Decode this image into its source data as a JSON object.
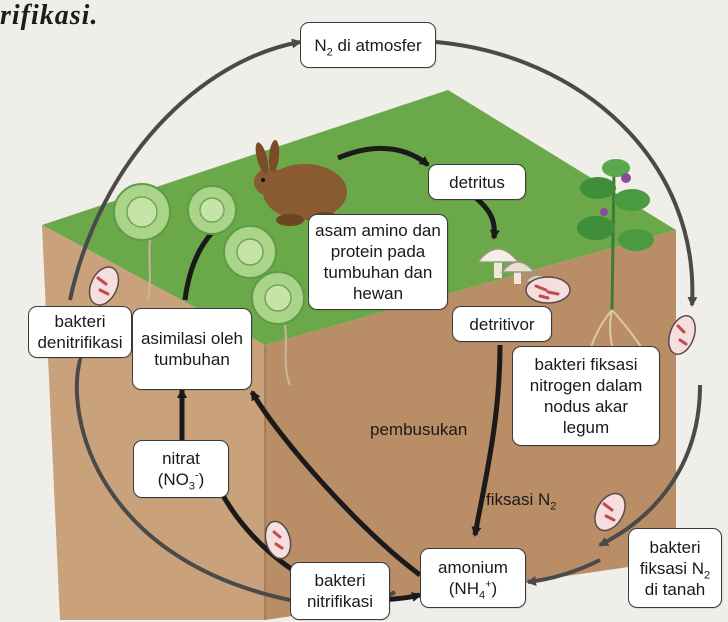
{
  "heading": "rifikasi.",
  "nodes": {
    "atmosphere": {
      "label": "N",
      "sub": "2",
      "rest": " di atmosfer"
    },
    "detritus": {
      "label": "detritus"
    },
    "amino": {
      "lines": [
        "asam amino dan",
        "protein pada",
        "tumbuhan dan",
        "hewan"
      ]
    },
    "detritivor": {
      "label": "detritivor"
    },
    "denitrifying": {
      "lines": [
        "bakteri",
        "denitrifikasi"
      ]
    },
    "assimilation": {
      "lines": [
        "asimilasi oleh",
        "tumbuhan"
      ]
    },
    "nitrate": {
      "line1": "nitrat",
      "pre": "(NO",
      "sub": "3",
      "sup": "-",
      "post": ")"
    },
    "fixing_nodule": {
      "lines": [
        "bakteri fiksasi",
        "nitrogen dalam",
        "nodus akar",
        "legum"
      ]
    },
    "ammonium": {
      "line1": "amonium",
      "pre": "(NH",
      "sub": "4",
      "sup": "+",
      "post": ")"
    },
    "nitrifying": {
      "lines": [
        "bakteri",
        "nitrifikasi"
      ]
    },
    "soil_fixing": {
      "line1": "bakteri",
      "pre": "fiksasi N",
      "sub": "2",
      "line3": "di tanah"
    }
  },
  "labels": {
    "decomposition": "pembusukan",
    "fixation": {
      "pre": "fiksasi N",
      "sub": "2"
    }
  },
  "colors": {
    "grass": "#6aa84a",
    "soil_front": "#c8a07a",
    "soil_side": "#b88c66",
    "arrow": "#1a1a1a",
    "bacteria": "#d98a8a"
  },
  "icons": [
    "rabbit-icon",
    "cabbage-icon",
    "mushroom-icon",
    "legume-plant-icon",
    "bacteria-icon"
  ]
}
